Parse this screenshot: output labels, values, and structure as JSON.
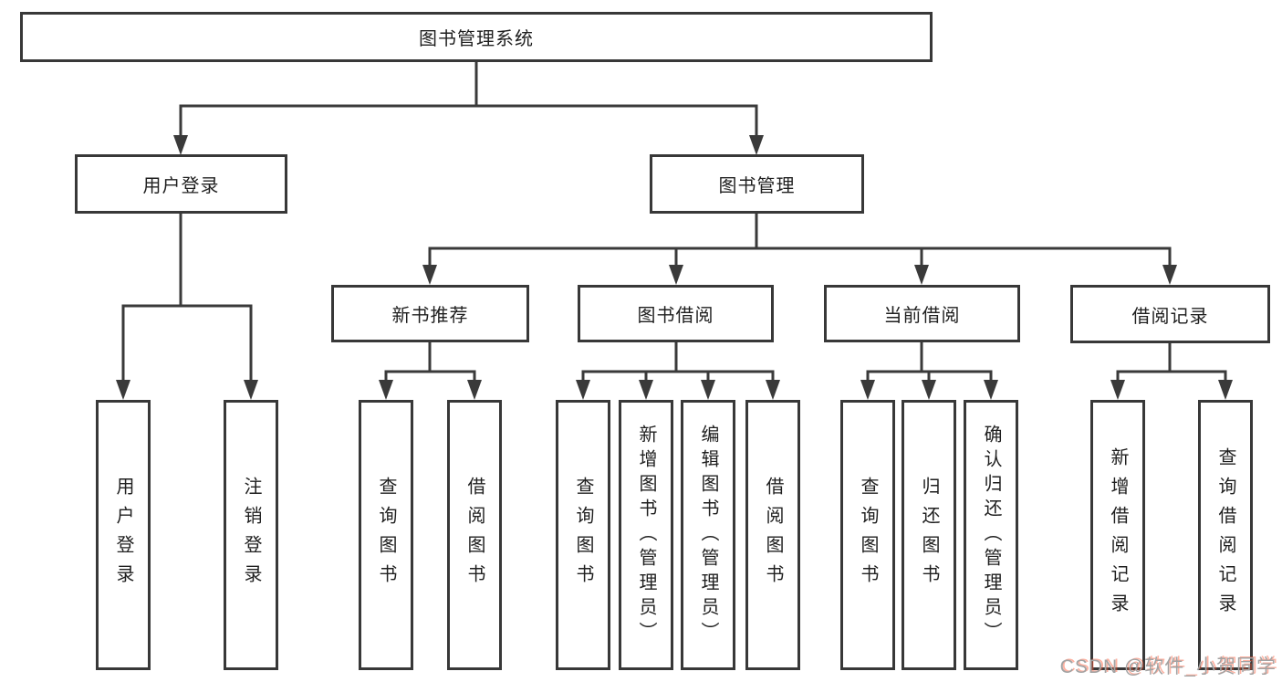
{
  "diagram": {
    "root": "图书管理系统",
    "level2": {
      "user_login": "用户登录",
      "book_mgmt": "图书管理"
    },
    "level3": {
      "new_book": "新书推荐",
      "book_borrow": "图书借阅",
      "current_borrow": "当前借阅",
      "borrow_record": "借阅记录"
    },
    "leaves": {
      "user_login_1": "用户登录",
      "user_login_2": "注销登录",
      "new_book_1": "查询图书",
      "new_book_2": "借阅图书",
      "book_borrow_1": "查询图书",
      "book_borrow_2": "新增图书（管理员）",
      "book_borrow_3": "编辑图书（管理员）",
      "book_borrow_4": "借阅图书",
      "current_1": "查询图书",
      "current_2": "归还图书",
      "current_3": "确认归还（管理员）",
      "record_1": "新增借阅记录",
      "record_2": "查询借阅记录"
    }
  },
  "watermark": {
    "text": "CSDN @软件_小贺同学"
  },
  "colors": {
    "line": "#3a3a3a",
    "box_border": "#383838",
    "box_fill": "#ffffff",
    "text": "#1f1f1f",
    "watermark_gray": "#a3a3a3",
    "watermark_red": "#fc5531"
  }
}
